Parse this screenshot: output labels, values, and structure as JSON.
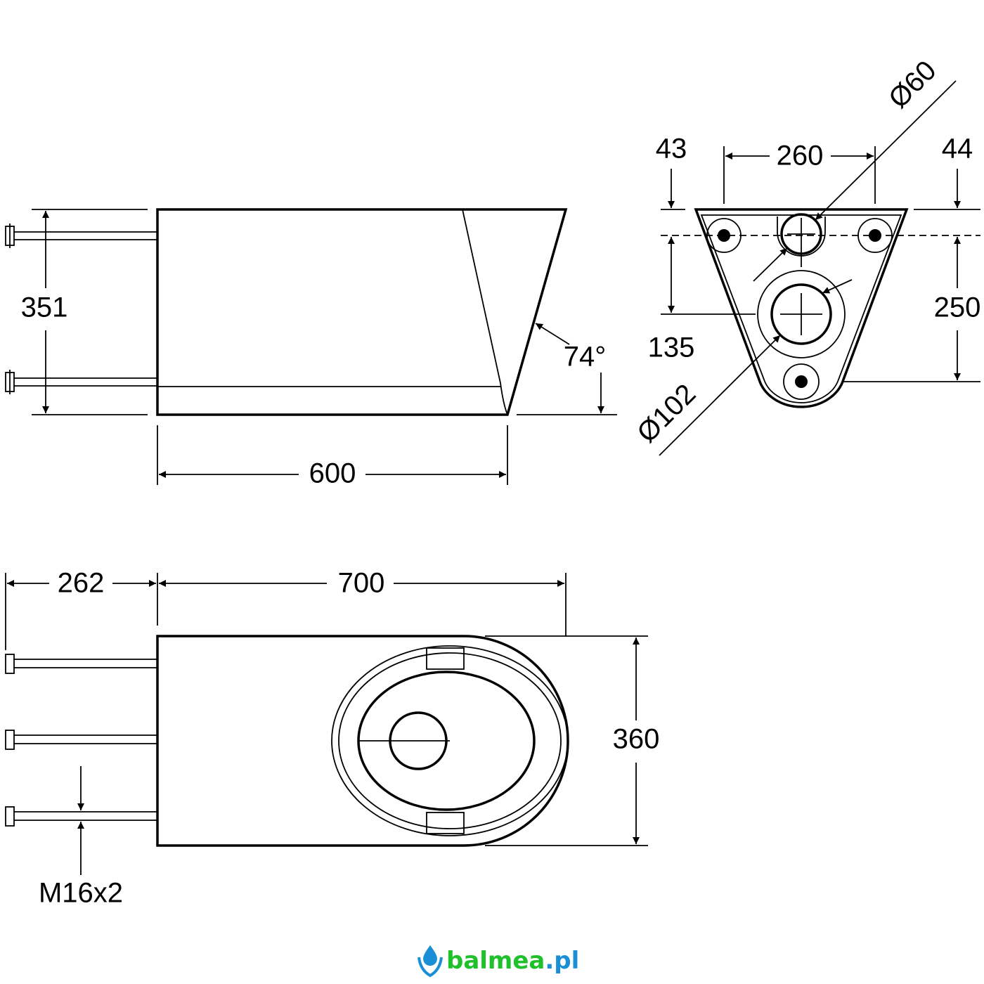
{
  "side_view": {
    "height_label": "351",
    "length_label": "600",
    "angle_label": "74°"
  },
  "front_view": {
    "left_offset": "43",
    "bolt_spacing": "260",
    "right_offset": "44",
    "height_total": "250",
    "height_outlet": "135",
    "small_diameter": "Ø60",
    "large_diameter": "Ø102"
  },
  "top_view": {
    "bolt_length": "262",
    "length": "700",
    "width": "360",
    "thread": "M16x2"
  },
  "logo": {
    "name": "balmea",
    "suffix": ".pl",
    "colors": {
      "name": "#1fc12b",
      "suffix": "#1a8fd6",
      "icon": "#1a8fd6"
    }
  }
}
